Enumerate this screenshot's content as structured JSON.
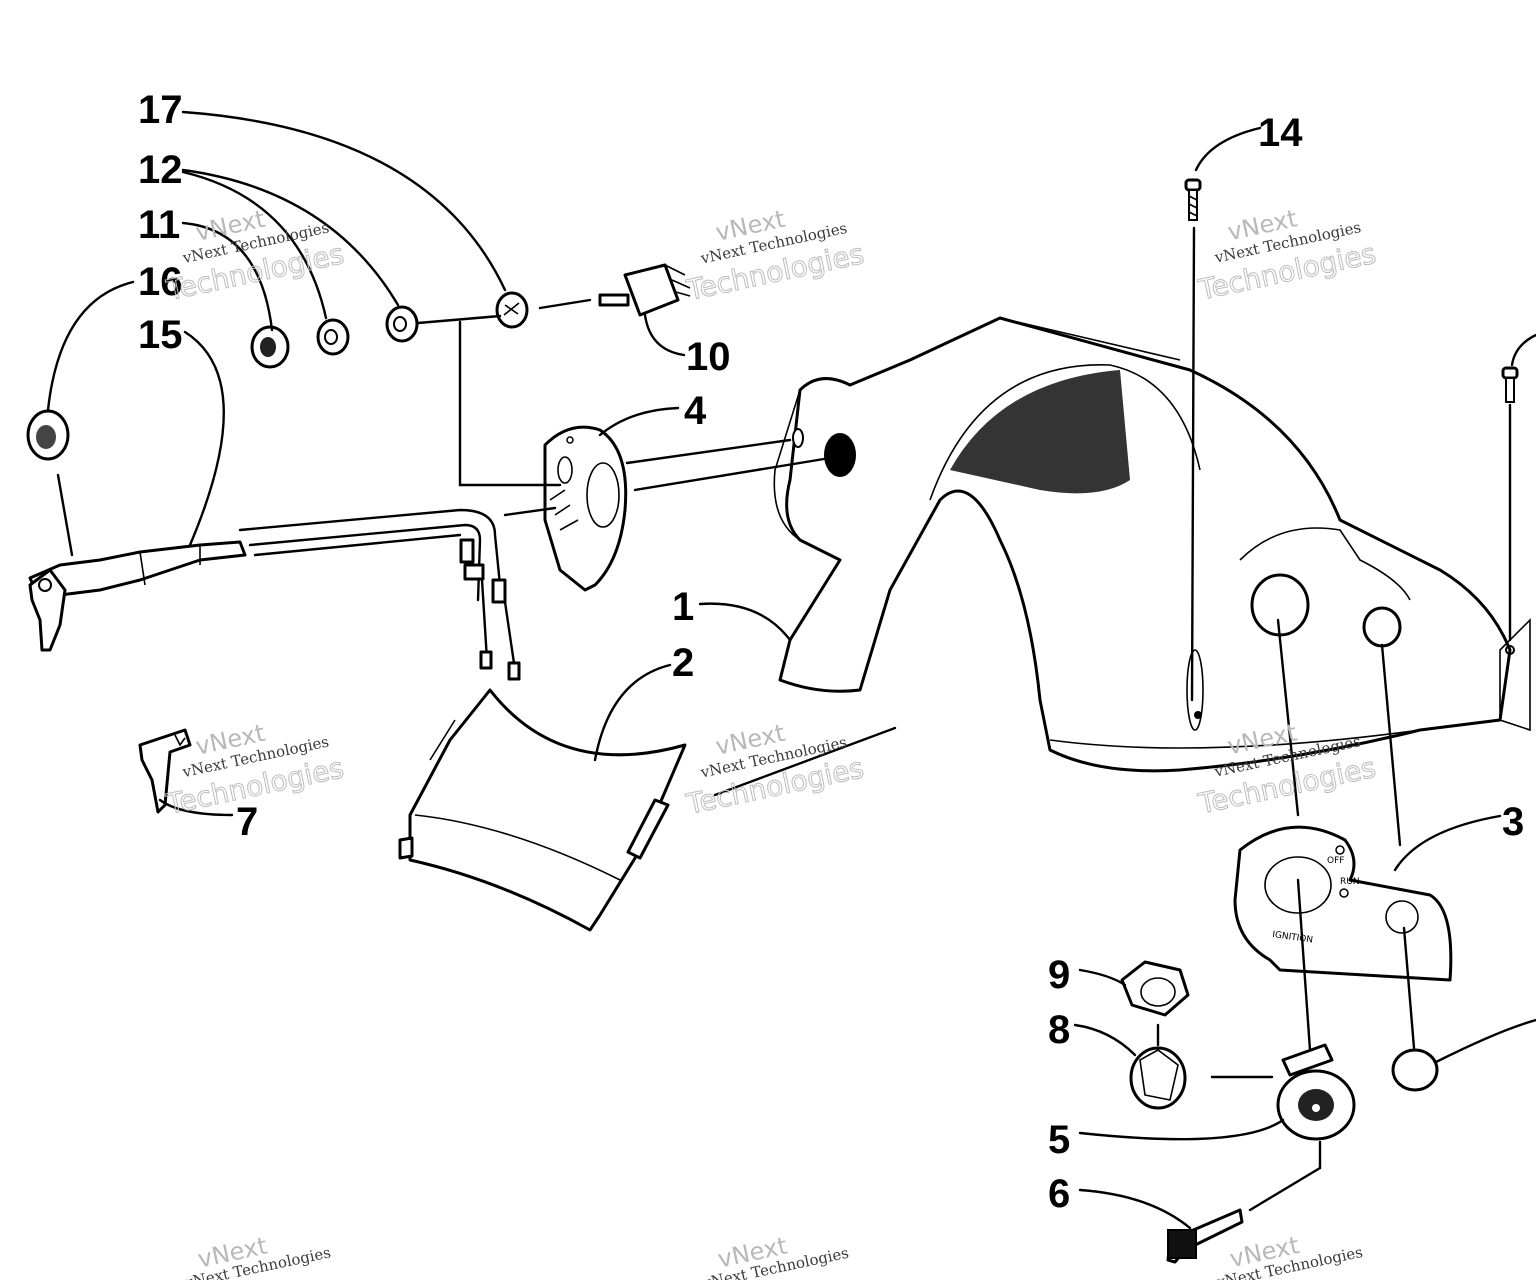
{
  "callouts": {
    "c1": "1",
    "c2": "2",
    "c3": "3",
    "c4": "4",
    "c5": "5",
    "c6": "6",
    "c7": "7",
    "c8": "8",
    "c9": "9",
    "c10": "10",
    "c11": "11",
    "c12": "12",
    "c14": "14",
    "c15": "15",
    "c16": "16",
    "c17": "17"
  },
  "plate_labels": {
    "off": "OFF",
    "run": "RUN",
    "ignition": "IGNITION"
  },
  "watermark": {
    "brand": "vNext",
    "company": "vNext Technologies",
    "word": "Technologies"
  }
}
